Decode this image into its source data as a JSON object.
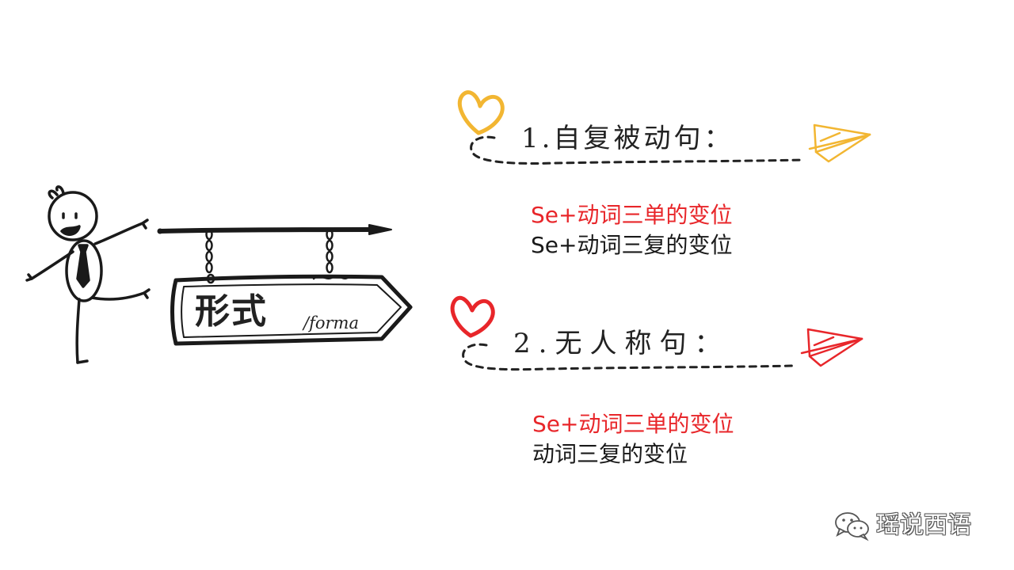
{
  "sign": {
    "title": "形式",
    "subtitle": "/forma"
  },
  "sections": [
    {
      "heading": "1.自复被动句：",
      "heart_color": "#f2b632",
      "plane_color": "#f2b632",
      "lines": [
        {
          "text": "Se+动词三单的变位",
          "color": "#e8262a"
        },
        {
          "text": "Se+动词三复的变位",
          "color": "#1a1a1a"
        }
      ]
    },
    {
      "heading": "2.无人称句：",
      "heart_color": "#e8262a",
      "plane_color": "#e8262a",
      "lines": [
        {
          "text": "Se+动词三单的变位",
          "color": "#e8262a"
        },
        {
          "text": "动词三复的变位",
          "color": "#1a1a1a"
        }
      ]
    }
  ],
  "watermark": {
    "text": "瑶说西语",
    "icon": "wechat-icon"
  }
}
